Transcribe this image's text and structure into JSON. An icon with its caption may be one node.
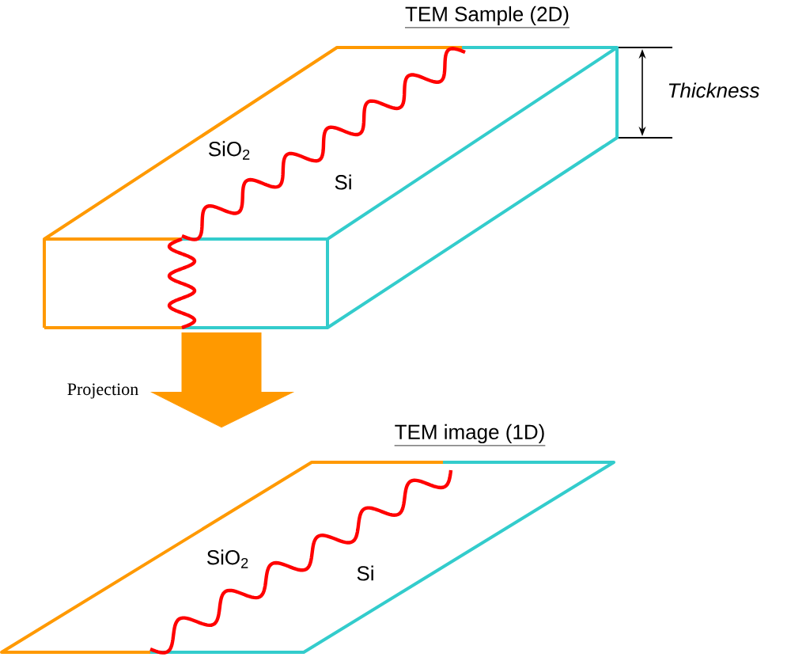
{
  "diagram": {
    "nodes": [
      {
        "text": [
          "TEM Sample (2D)"
        ]
      },
      {
        "text": [
          "TEM image (1D)"
        ]
      }
    ],
    "edges": [
      {
        "from": 0,
        "to": 1,
        "arrow": "to",
        "label": "Projection"
      }
    ],
    "labels": [
      "SiO$_{2}$",
      "Si",
      "Thickness",
      "SiO$_{2}$",
      "Si"
    ]
  }
}
